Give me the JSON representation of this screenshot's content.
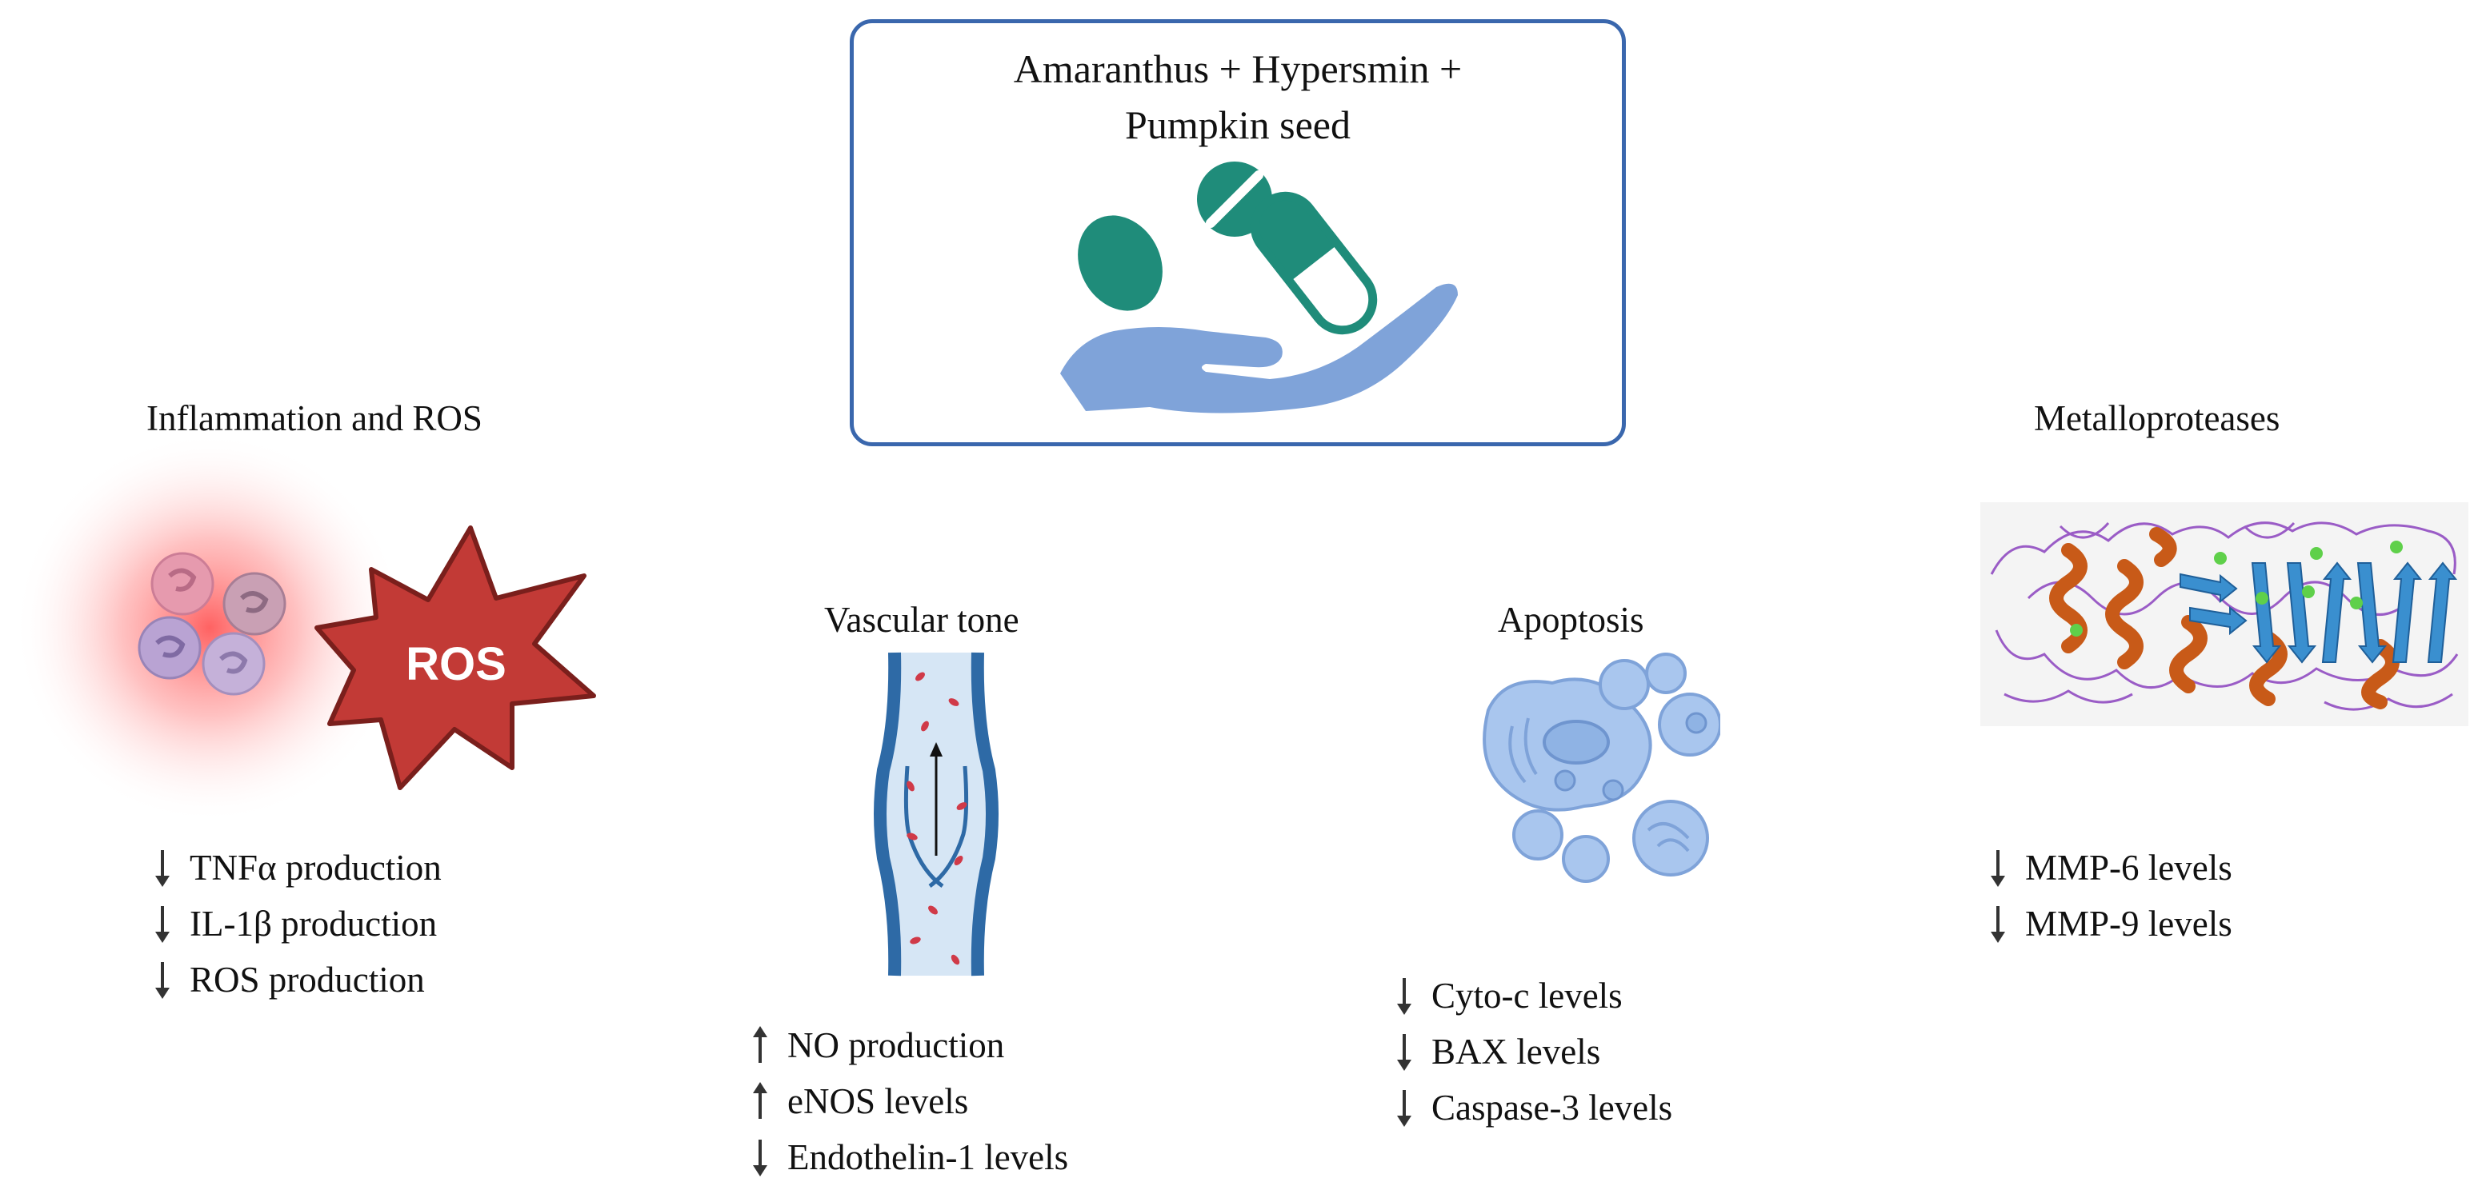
{
  "treatment": {
    "line1": "Amaranthus + Hypersmin +",
    "line2": "Pumpkin seed",
    "icon": "hand-holding-pills-icon"
  },
  "sections": {
    "inflammation": {
      "title": "Inflammation and ROS",
      "badge": "ROS",
      "icon": "immune-cells-and-ros-burst-icon",
      "effects": [
        {
          "direction": "down",
          "text": "TNFα production"
        },
        {
          "direction": "down",
          "text": "IL-1β production"
        },
        {
          "direction": "down",
          "text": "ROS production"
        }
      ]
    },
    "vascular": {
      "title": "Vascular tone",
      "icon": "blood-vessel-icon",
      "effects": [
        {
          "direction": "up",
          "text": "NO production"
        },
        {
          "direction": "up",
          "text": "eNOS levels"
        },
        {
          "direction": "down",
          "text": "Endothelin-1 levels"
        }
      ]
    },
    "apoptosis": {
      "title": "Apoptosis",
      "icon": "apoptotic-cell-icon",
      "effects": [
        {
          "direction": "down",
          "text": "Cyto-c levels"
        },
        {
          "direction": "down",
          "text": "BAX levels"
        },
        {
          "direction": "down",
          "text": "Caspase-3 levels"
        }
      ]
    },
    "metalloproteases": {
      "title": "Metalloproteases",
      "icon": "protein-structure-icon",
      "effects": [
        {
          "direction": "down",
          "text": "MMP-6 levels"
        },
        {
          "direction": "down",
          "text": "MMP-9 levels"
        }
      ]
    }
  },
  "colors": {
    "box_border": "#3a67ad",
    "pill_teal": "#1f8c7a",
    "hand_blue": "#7fa3d9",
    "ros_red": "#c23a36",
    "vessel_blue": "#2e6aa6",
    "blood_red": "#d03a48",
    "cell_blue": "#a9c6ee",
    "helix_orange": "#c85a18",
    "sheet_blue": "#3a8fcf",
    "loop_purple": "#9a5cc6"
  }
}
